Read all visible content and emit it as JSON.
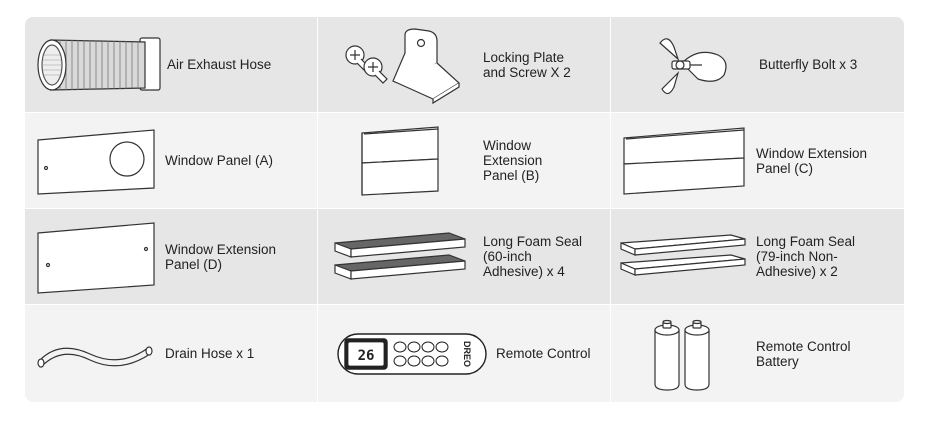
{
  "items": [
    {
      "label": "Air Exhaust Hose",
      "icon": "air-exhaust-hose-icon"
    },
    {
      "label": "Locking Plate\nand Screw X 2",
      "icon": "locking-plate-screw-icon"
    },
    {
      "label": "Butterfly Bolt x 3",
      "icon": "butterfly-bolt-icon"
    },
    {
      "label": "Window Panel (A)",
      "icon": "window-panel-a-icon"
    },
    {
      "label": "Window\nExtension\nPanel (B)",
      "icon": "window-extension-panel-b-icon"
    },
    {
      "label": "Window Extension\nPanel (C)",
      "icon": "window-extension-panel-c-icon"
    },
    {
      "label": "Window Extension\nPanel (D)",
      "icon": "window-extension-panel-d-icon"
    },
    {
      "label": "Long Foam Seal\n(60-inch\nAdhesive) x 4",
      "icon": "long-foam-seal-60-icon"
    },
    {
      "label": "Long Foam Seal\n(79-inch Non-\nAdhesive) x 2",
      "icon": "long-foam-seal-79-icon"
    },
    {
      "label": "Drain Hose x 1",
      "icon": "drain-hose-icon"
    },
    {
      "label": "Remote Control",
      "icon": "remote-control-icon"
    },
    {
      "label": "Remote Control\nBattery",
      "icon": "battery-icon"
    }
  ],
  "remote": {
    "display_text": "26",
    "brand_text": "DREO"
  },
  "colors": {
    "row_dark": "#e6e6e6",
    "row_light": "#f3f3f3",
    "line": "#333333"
  }
}
